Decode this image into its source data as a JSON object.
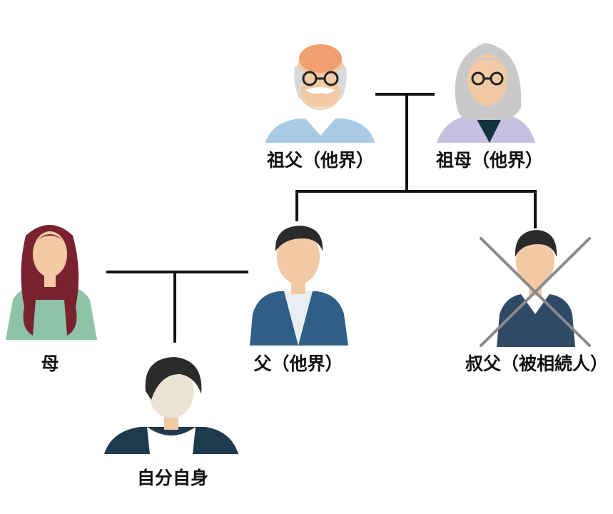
{
  "nodes": {
    "grandfather": {
      "label": "祖父（他界）"
    },
    "grandmother": {
      "label": "祖母（他界）"
    },
    "mother": {
      "label": "母"
    },
    "father": {
      "label": "父（他界）"
    },
    "uncle": {
      "label": "叔父（被相続人）"
    },
    "self": {
      "label": "自分自身"
    }
  },
  "colors": {
    "line": "#111111",
    "cross": "#8a8a8a",
    "skin": "#f1c9a5",
    "hair_dark": "#2b2b2b",
    "mother_hair": "#7a2330",
    "mother_top": "#8fc3a8",
    "father_jacket": "#2f5f86",
    "uncle_vest": "#2e4a66",
    "self_jacket": "#1f3a4d",
    "grandfather_shirt": "#a9cbe6",
    "grandmother_hair": "#c9c9c9",
    "grandmother_cardigan": "#c6c0e0"
  }
}
